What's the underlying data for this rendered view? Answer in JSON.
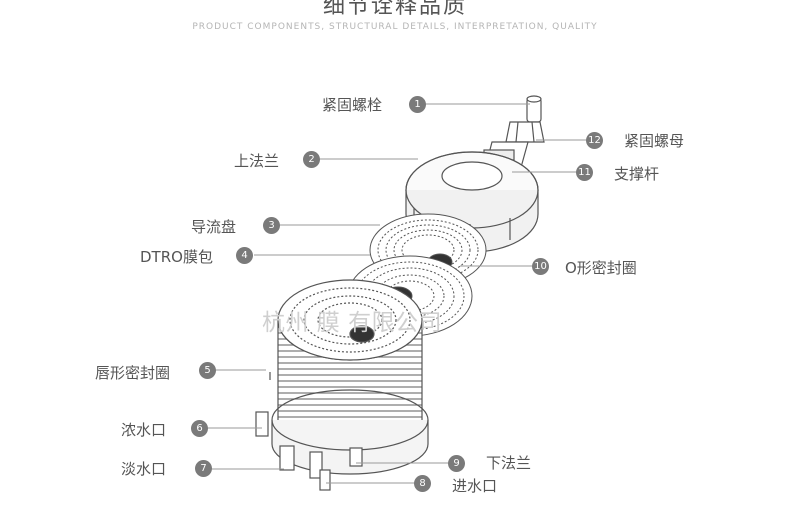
{
  "header": {
    "title": "细节诠释品质",
    "subtitle": "PRODUCT COMPONENTS, STRUCTURAL DETAILS, INTERPRETATION, QUALITY"
  },
  "watermark": "杭州   膜   有限公司",
  "callouts": [
    {
      "number": "1",
      "label": "紧固螺栓"
    },
    {
      "number": "2",
      "label": "上法兰"
    },
    {
      "number": "3",
      "label": "导流盘"
    },
    {
      "number": "4",
      "label": "DTRO膜包"
    },
    {
      "number": "5",
      "label": "唇形密封圈"
    },
    {
      "number": "6",
      "label": "浓水口"
    },
    {
      "number": "7",
      "label": "淡水口"
    },
    {
      "number": "8",
      "label": "进水口"
    },
    {
      "number": "9",
      "label": "下法兰"
    },
    {
      "number": "10",
      "label": "O形密封圈"
    },
    {
      "number": "11",
      "label": "支撑杆"
    },
    {
      "number": "12",
      "label": "紧固螺母"
    }
  ],
  "colors": {
    "badge": "#7a7a7a",
    "line": "#9a9a9a",
    "drawing": "#555555"
  }
}
